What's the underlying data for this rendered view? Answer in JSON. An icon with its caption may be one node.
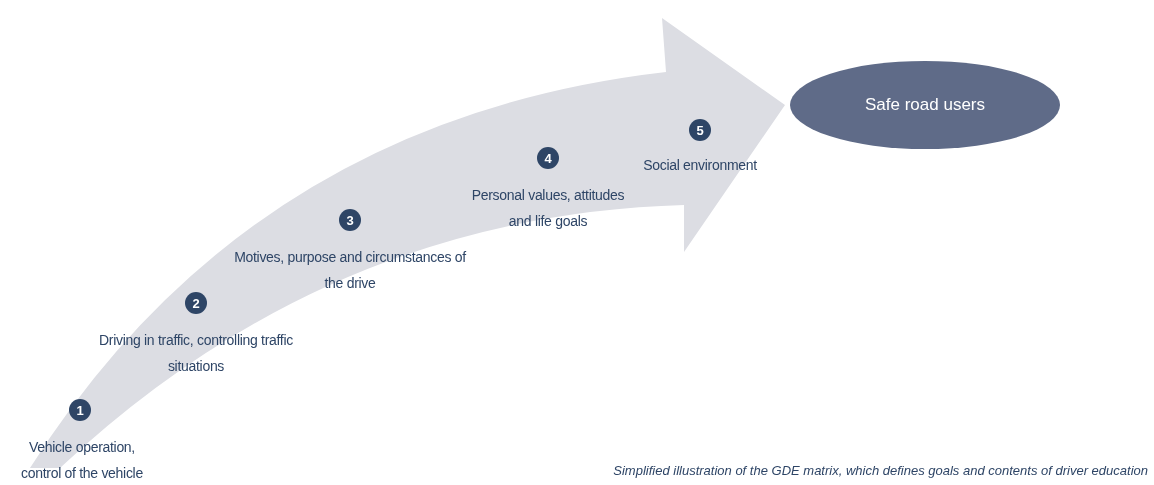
{
  "diagram": {
    "caption": "Simplified illustration of the GDE matrix, which defines goals and contents of driver education",
    "nodes": [
      {
        "text": [
          "1"
        ],
        "beside": [
          "Vehicle operation, control of the vehicle"
        ]
      },
      {
        "text": [
          "2"
        ],
        "beside": [
          "Driving in traffic, controlling traffic situations"
        ]
      },
      {
        "text": [
          "3"
        ],
        "beside": [
          "Motives, purpose and circumstances of the drive"
        ]
      },
      {
        "text": [
          "4"
        ],
        "beside": [
          "Personal values, attitudes and life goals"
        ]
      },
      {
        "text": [
          "5"
        ],
        "beside": [
          "Social environment"
        ]
      },
      {
        "text": [
          "Safe road users"
        ]
      }
    ],
    "edges": [
      {
        "from": null,
        "to": 5,
        "arrow": "to",
        "style": "thick",
        "color": "#dcdde3"
      }
    ]
  }
}
